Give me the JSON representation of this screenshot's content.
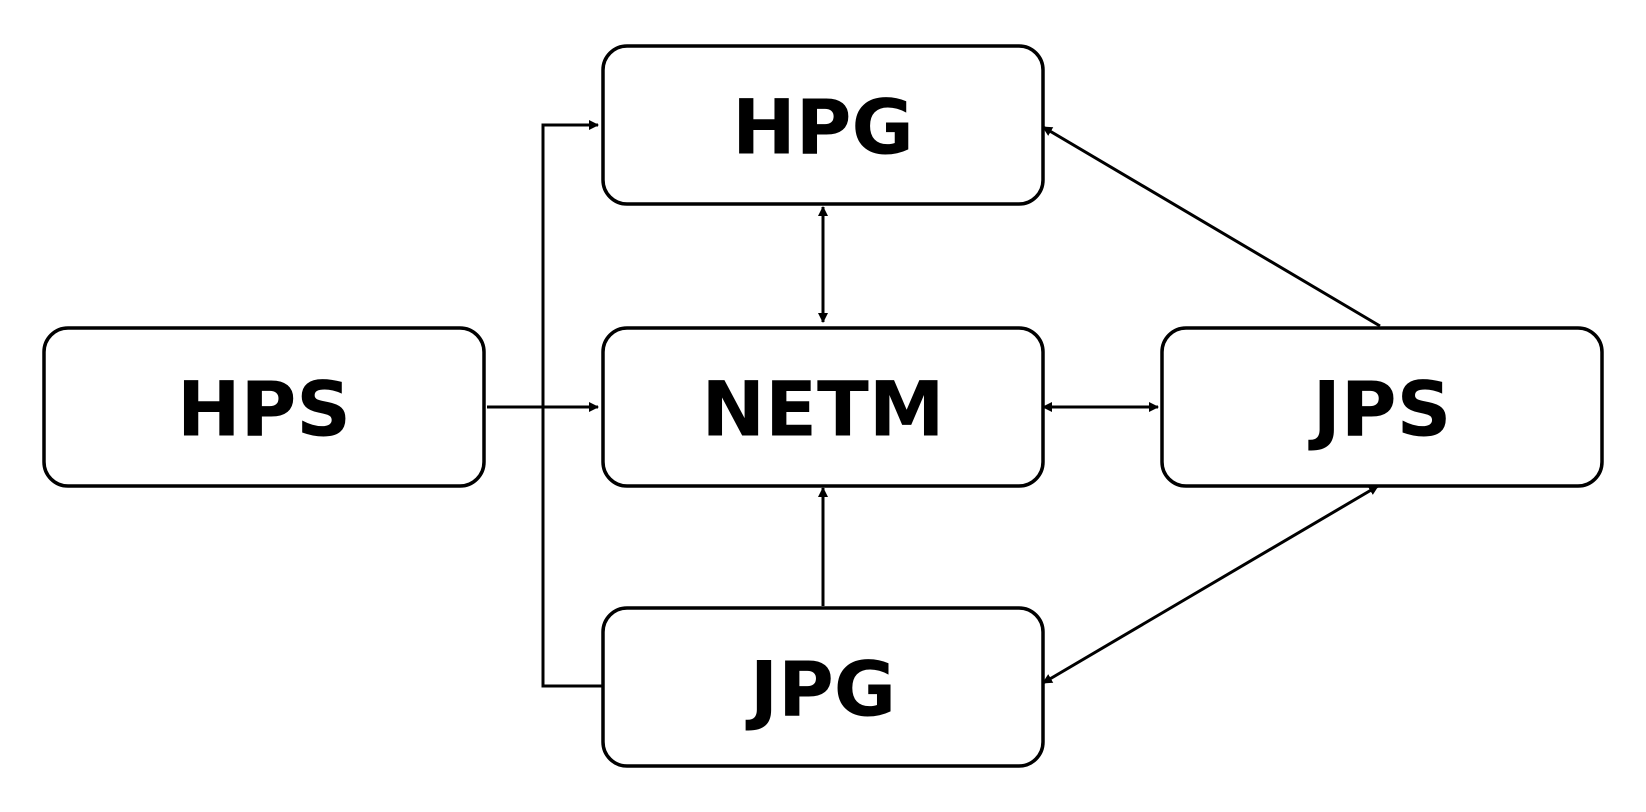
{
  "nodes": {
    "hpg": {
      "label": "HPG"
    },
    "hps": {
      "label": "HPS"
    },
    "netm": {
      "label": "NETM"
    },
    "jps": {
      "label": "JPS"
    },
    "jpg": {
      "label": "JPG"
    }
  },
  "edges": [
    {
      "from": "HPS",
      "to": "NETM",
      "direction": "forward"
    },
    {
      "from": "JPG",
      "to": "HPG",
      "direction": "forward"
    },
    {
      "from": "HPG",
      "to": "NETM",
      "direction": "both"
    },
    {
      "from": "NETM",
      "to": "JPS",
      "direction": "both"
    },
    {
      "from": "JPS",
      "to": "HPG",
      "direction": "forward"
    },
    {
      "from": "JPG",
      "to": "NETM",
      "direction": "forward"
    },
    {
      "from": "JPS",
      "to": "JPG",
      "direction": "both"
    }
  ],
  "colors": {
    "stroke": "#000000",
    "fill": "#ffffff",
    "text": "#000000"
  }
}
